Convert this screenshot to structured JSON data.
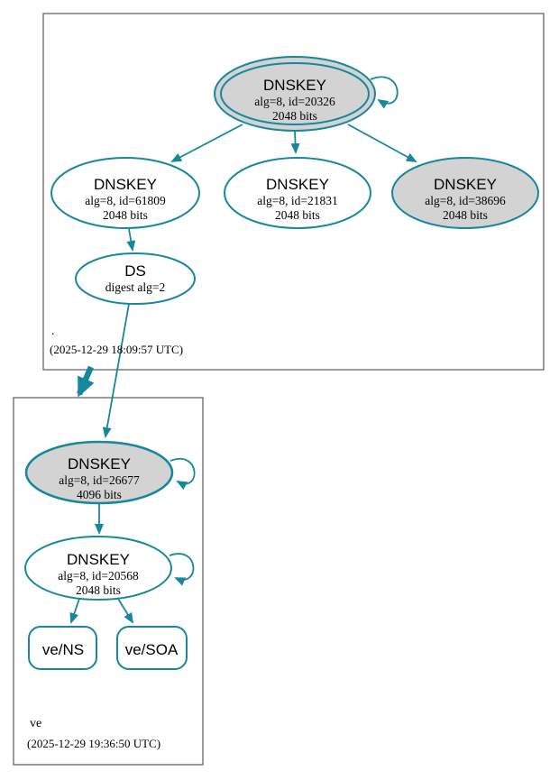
{
  "diagram": {
    "type": "dnssec-authentication-chain",
    "colors": {
      "accent": "#17879c",
      "node_fill": "#d3d3d3",
      "box_border": "#5a5a5a"
    },
    "zones": [
      {
        "name": ".",
        "timestamp": "(2025-12-29 18:09:57 UTC)",
        "nodes": {
          "ksk": {
            "title": "DNSKEY",
            "alg": "alg=8, id=20326",
            "bits": "2048 bits"
          },
          "zsk1": {
            "title": "DNSKEY",
            "alg": "alg=8, id=61809",
            "bits": "2048 bits"
          },
          "zsk2": {
            "title": "DNSKEY",
            "alg": "alg=8, id=21831",
            "bits": "2048 bits"
          },
          "zsk3": {
            "title": "DNSKEY",
            "alg": "alg=8, id=38696",
            "bits": "2048 bits"
          },
          "ds": {
            "title": "DS",
            "digest": "digest alg=2"
          }
        }
      },
      {
        "name": "ve",
        "timestamp": "(2025-12-29 19:36:50 UTC)",
        "nodes": {
          "ksk": {
            "title": "DNSKEY",
            "alg": "alg=8, id=26677",
            "bits": "4096 bits"
          },
          "zsk": {
            "title": "DNSKEY",
            "alg": "alg=8, id=20568",
            "bits": "2048 bits"
          },
          "ns": {
            "label": "ve/NS"
          },
          "soa": {
            "label": "ve/SOA"
          }
        }
      }
    ]
  }
}
